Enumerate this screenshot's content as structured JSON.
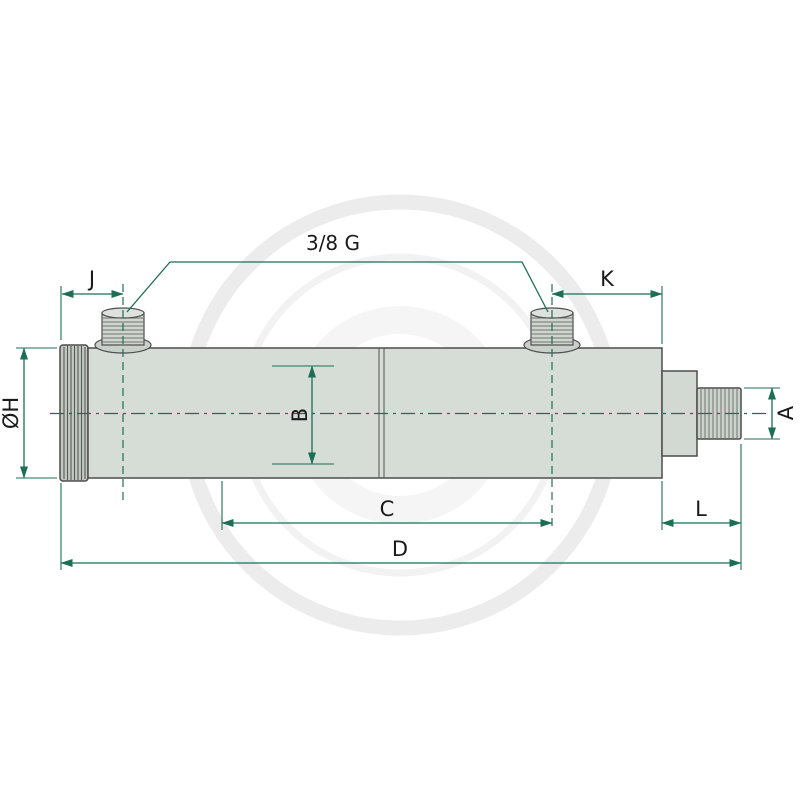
{
  "title": "Hydraulic cylinder dimensional drawing",
  "labels": {
    "thread_spec": "3/8 G",
    "dim_j": "J",
    "dim_k": "K",
    "dim_diameter_h": "ØH",
    "dim_b": "B",
    "dim_a": "A",
    "dim_c": "C",
    "dim_l": "L",
    "dim_d": "D"
  },
  "colors": {
    "dimension_line": "#1d6e57",
    "centerline": "#1d6e57",
    "body_fill": "#d6dcd6",
    "end_cap_fill": "#c2c8c2",
    "rod_fill": "#ccd2cc",
    "body_outline": "#4d4d4d",
    "label_text": "#1a1a1a",
    "watermark": "#ececec"
  }
}
